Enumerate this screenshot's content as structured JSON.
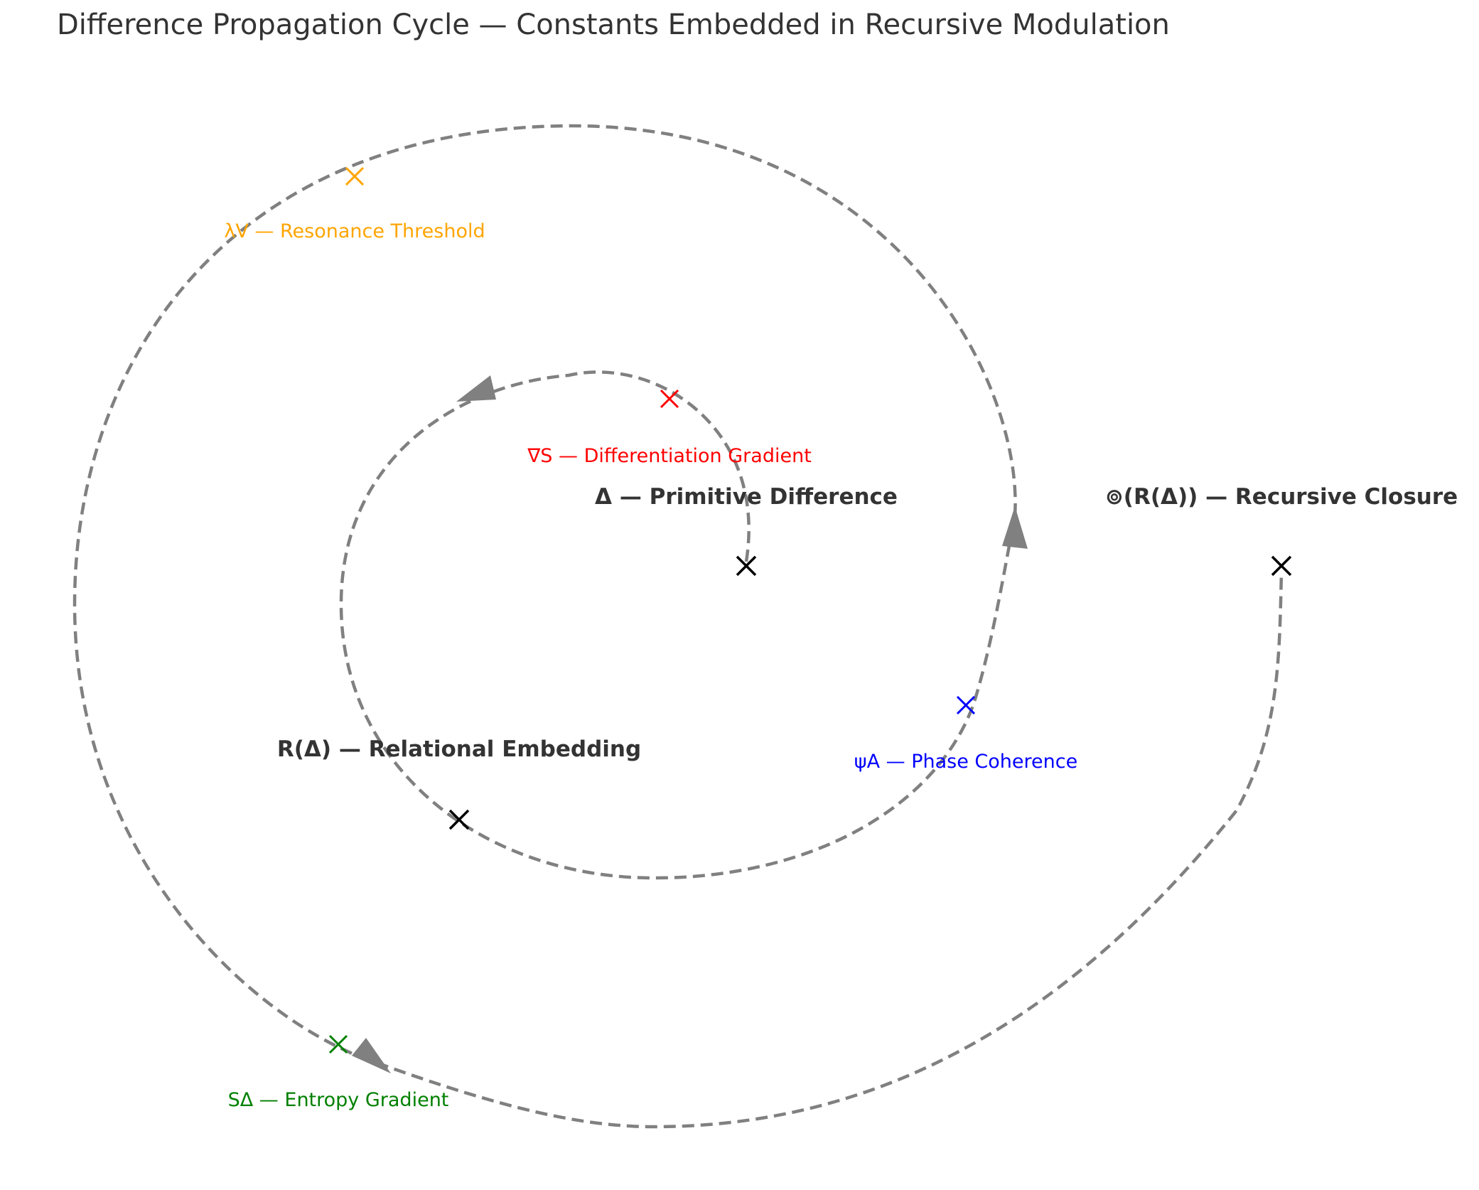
{
  "title": "Difference Propagation Cycle — Constants Embedded in Recursive Modulation",
  "colors": {
    "path": "#808080",
    "node": "#000000",
    "main_text": "#333333"
  },
  "nodes": [
    {
      "id": "delta",
      "label": "Δ — Primitive Difference"
    },
    {
      "id": "relational",
      "label": "R(Δ) — Relational Embedding"
    },
    {
      "id": "closure",
      "label": "⊚(R(Δ)) — Recursive Closure"
    }
  ],
  "constants": [
    {
      "id": "grad-s",
      "label": "∇S — Differentiation Gradient",
      "color": "#ff0000"
    },
    {
      "id": "psi-a",
      "label": "ψA — Phase Coherence",
      "color": "#0000ff"
    },
    {
      "id": "lambda-v",
      "label": "λV — Resonance Threshold",
      "color": "#ffa500"
    },
    {
      "id": "s-delta",
      "label": "SΔ — Entropy Gradient",
      "color": "#008000"
    }
  ]
}
